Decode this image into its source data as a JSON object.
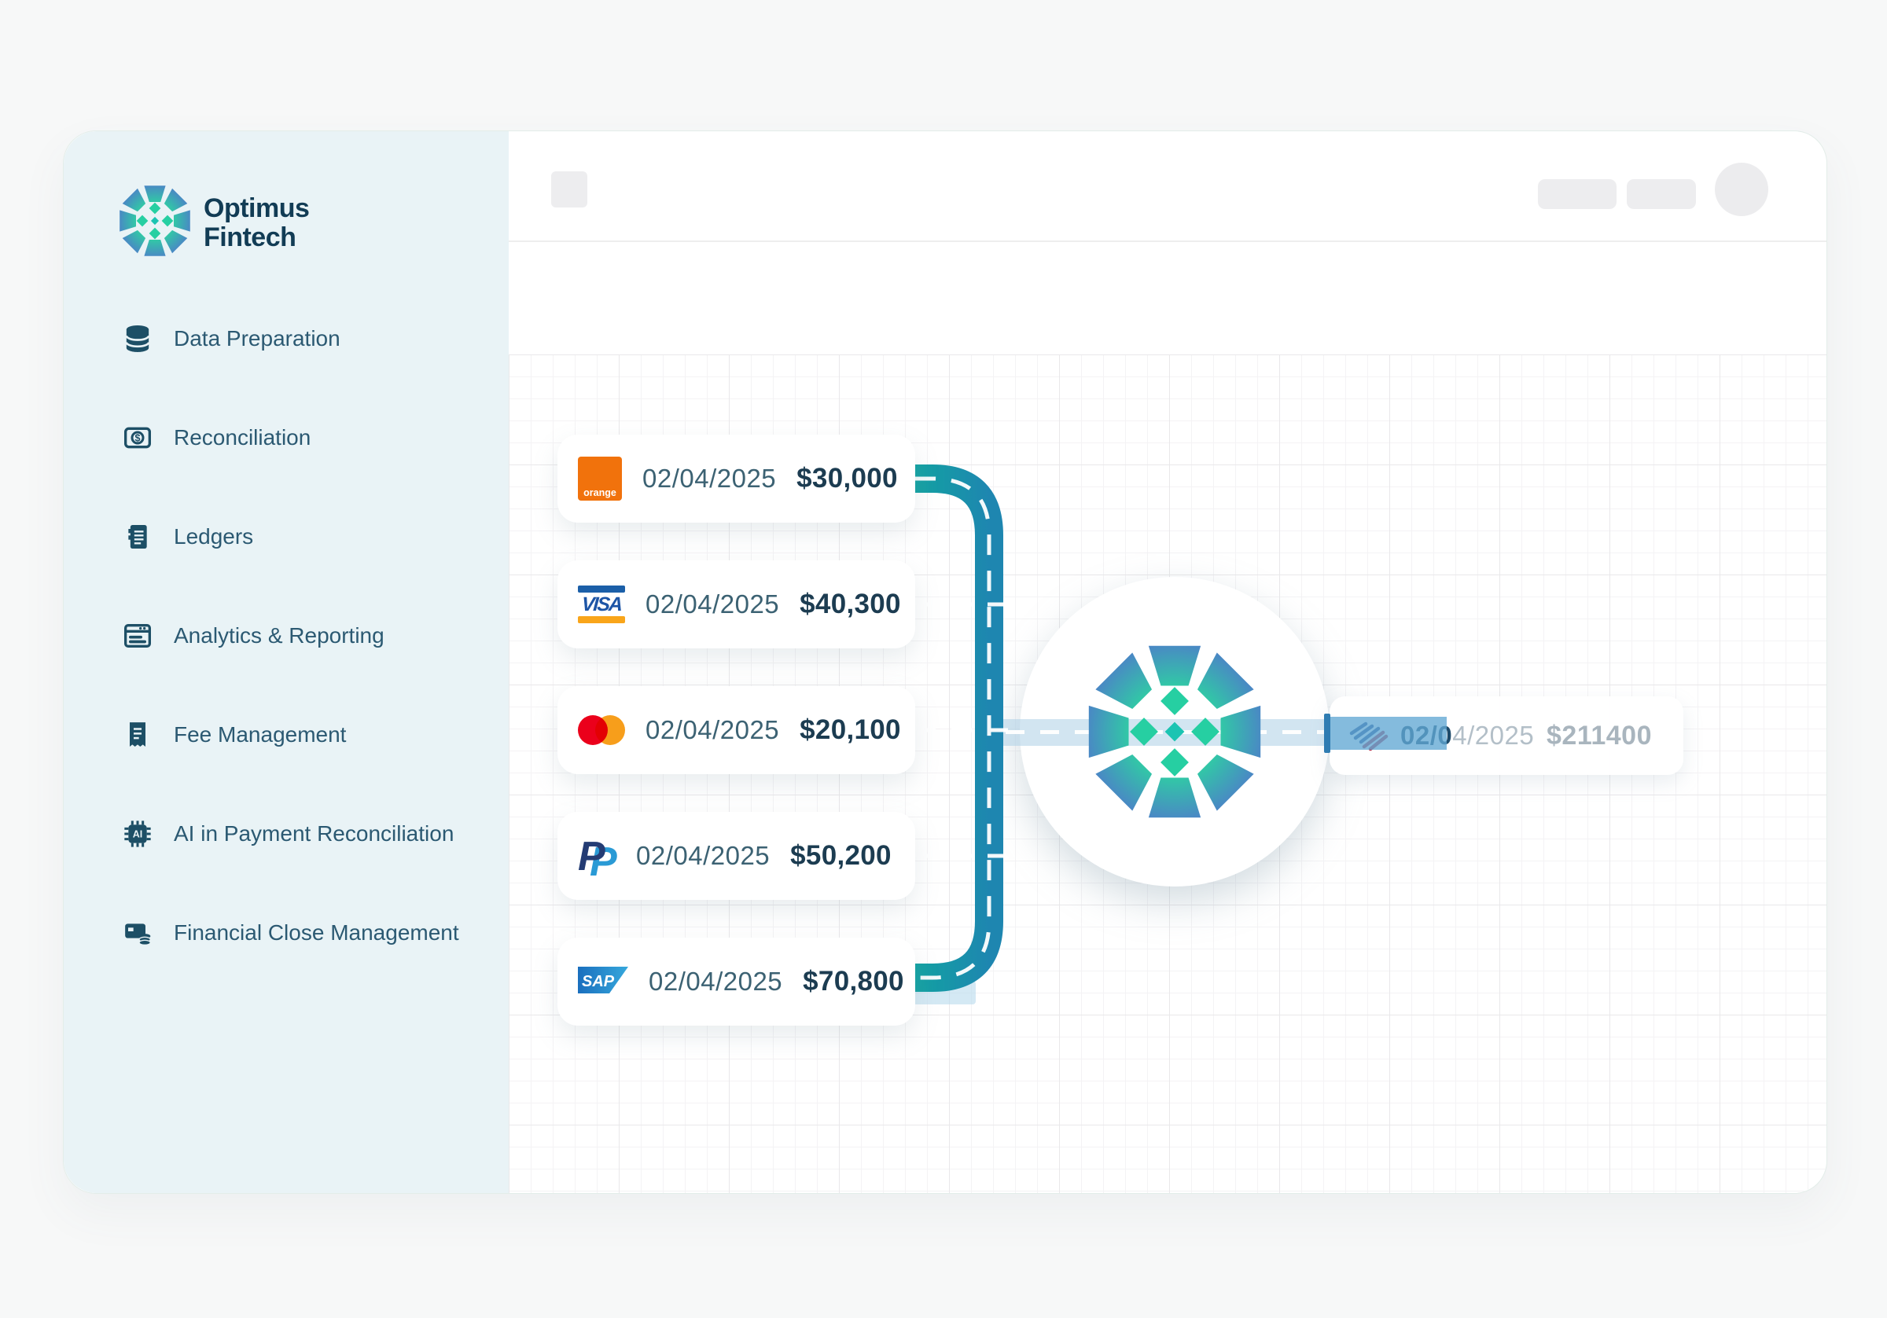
{
  "brand": {
    "line1": "Optimus",
    "line2": "Fintech"
  },
  "sidebar": {
    "items": [
      {
        "icon": "database-icon",
        "label": "Data Preparation"
      },
      {
        "icon": "reconciliation-icon",
        "label": "Reconciliation"
      },
      {
        "icon": "ledger-icon",
        "label": "Ledgers"
      },
      {
        "icon": "analytics-icon",
        "label": "Analytics & Reporting"
      },
      {
        "icon": "fee-icon",
        "label": "Fee Management"
      },
      {
        "icon": "ai-chip-icon",
        "label": "AI in Payment Reconciliation"
      },
      {
        "icon": "financial-close-icon",
        "label": "Financial Close Management"
      }
    ]
  },
  "diagram": {
    "sources": [
      {
        "provider": "orange",
        "logo_text": "orange",
        "date": "02/04/2025",
        "amount": "$30,000"
      },
      {
        "provider": "visa",
        "logo_text": "VISA",
        "date": "02/04/2025",
        "amount": "$40,300"
      },
      {
        "provider": "mastercard",
        "date": "02/04/2025",
        "amount": "$20,100"
      },
      {
        "provider": "paypal",
        "logo_text": "P",
        "date": "02/04/2025",
        "amount": "$50,200"
      },
      {
        "provider": "sap",
        "logo_text": "SAP",
        "date": "02/04/2025",
        "amount": "$70,800"
      }
    ],
    "output": {
      "bank": "bank-of-america",
      "date_on": "02/0",
      "date_off": "4/2025",
      "amount": "$211400"
    },
    "colors": {
      "road": "#1e86b0",
      "road_stub": "#12a2a2",
      "band": "#aed0e5",
      "highlight": "#61a8d3",
      "sidebar_bg": "#e9f3f6",
      "brand_navy": "#123c55",
      "logo_green": "#2ed1a2",
      "logo_blue": "#4a87c5"
    }
  }
}
